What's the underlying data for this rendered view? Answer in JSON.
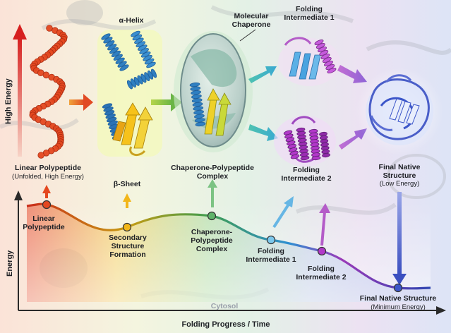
{
  "axes": {
    "top_y_label": "High Energy",
    "bottom_y_label": "Energy",
    "x_label": "Folding Progress / Time",
    "background_label": "Cytosol"
  },
  "stages": {
    "linear": {
      "title": "Linear Polypeptide",
      "subtitle": "(Unfolded, High Energy)"
    },
    "helix": {
      "title": "α-Helix"
    },
    "sheet": {
      "title": "β-Sheet"
    },
    "chaperone": {
      "title": "Molecular\nChaperone"
    },
    "complex": {
      "title": "Chaperone-Polypeptide\nComplex"
    },
    "intermediate1": {
      "title": "Folding\nIntermediate 1"
    },
    "intermediate2": {
      "title": "Folding\nIntermediate 2"
    },
    "native": {
      "title": "Final Native\nStructure",
      "subtitle": "(Low Energy)"
    }
  },
  "curve_points": {
    "linear": "Linear\nPolypeptide",
    "secondary": "Secondary\nStructure\nFormation",
    "complex": "Chaperone-\nPolypeptide\nComplex",
    "intermediate1": "Folding\nIntermediate 1",
    "intermediate2": "Folding\nIntermediate 2",
    "native": "Final Native Structure",
    "native_sub": "(Minimum Energy)"
  },
  "colors": {
    "linear": "#e4471f",
    "helix": "#2f7fc1",
    "sheet": "#f2b619",
    "chaperone": "#5fb36a",
    "intermediate1": "#2f8fd2",
    "intermediate2": "#b238c9",
    "native": "#3c56c9"
  }
}
